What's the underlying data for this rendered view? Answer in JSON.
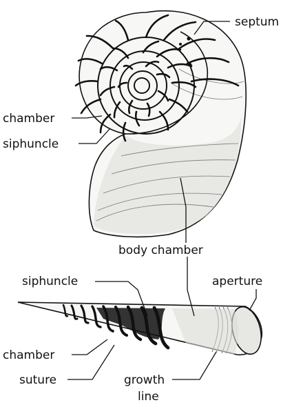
{
  "labels": {
    "septum": "septum",
    "chamber_top": "chamber",
    "siphuncle_top": "siphuncle",
    "body_chamber": "body chamber",
    "siphuncle_bottom": "siphuncle",
    "aperture": "aperture",
    "chamber_bottom": "chamber",
    "suture": "suture",
    "growth_line_1": "growth",
    "growth_line_2": "line"
  },
  "colors": {
    "ink": "#111111",
    "shell_fill": "#f7f7f5",
    "shade": "#d9d9d6"
  }
}
